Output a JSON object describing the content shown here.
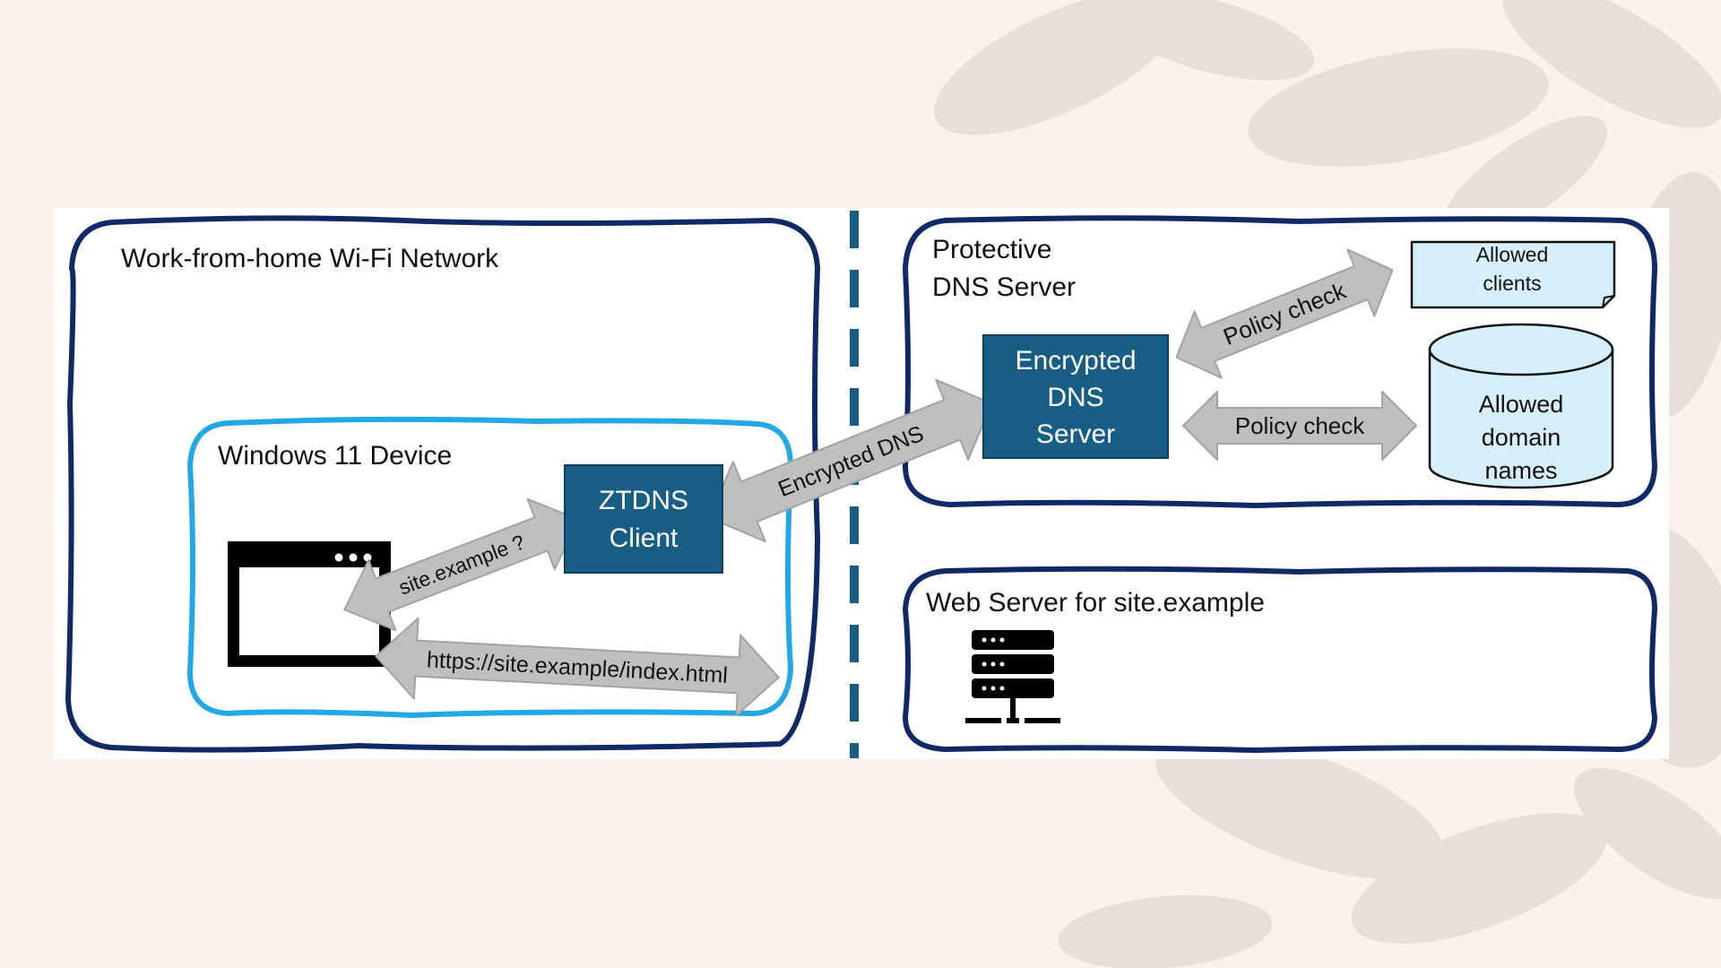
{
  "colors": {
    "page_background": "#fbf2ec",
    "leaf_shadow": "#d9cfc8",
    "canvas_background": "#ffffff",
    "zone_border": "#0f2a66",
    "device_border": "#22a8e6",
    "node_fill": "#175d84",
    "node_text": "#ffffff",
    "arrow_fill": "#bfbfbf",
    "arrow_stroke": "#a3a3a3",
    "store_fill": "#d6f0fb",
    "label_text": "#111111",
    "icon_black": "#000000"
  },
  "zones": {
    "home_network_title": "Work-from-home Wi-Fi Network",
    "device_title": "Windows 11 Device",
    "dns_zone_title_line1": "Protective",
    "dns_zone_title_line2": "DNS Server",
    "web_zone_title": "Web Server for site.example"
  },
  "nodes": {
    "ztdns_line1": "ZTDNS",
    "ztdns_line2": "Client",
    "dns_line1": "Encrypted",
    "dns_line2": "DNS",
    "dns_line3": "Server",
    "clients_line1": "Allowed",
    "clients_line2": "clients",
    "domains_line1": "Allowed",
    "domains_line2": "domain",
    "domains_line3": "names"
  },
  "arrows": {
    "query": "site.example ?",
    "encrypted": "Encrypted DNS",
    "policy_clients": "Policy check",
    "policy_domains": "Policy check",
    "https": "https://site.example/index.html"
  },
  "icons": {
    "browser": "browser-window-icon",
    "server": "server-rack-icon"
  }
}
